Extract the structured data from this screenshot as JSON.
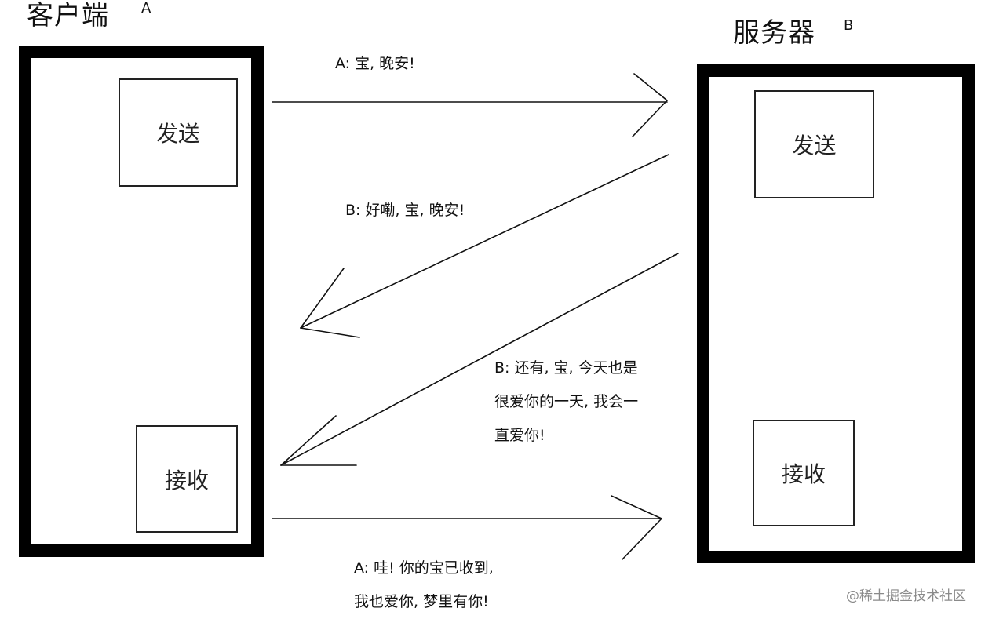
{
  "client": {
    "title": "客户端",
    "tag": "A",
    "send_label": "发送",
    "receive_label": "接收"
  },
  "server": {
    "title": "服务器",
    "tag": "B",
    "send_label": "发送",
    "receive_label": "接收"
  },
  "messages": {
    "msg1": "A: 宝, 晚安!",
    "msg2": "B: 好嘞, 宝, 晚安!",
    "msg3_lines": [
      "B: 还有, 宝, 今天也是",
      "很爱你的一天, 我会一",
      "直爱你!"
    ],
    "msg4_lines": [
      "A: 哇! 你的宝已收到,",
      "我也爱你, 梦里有你!"
    ]
  },
  "watermark": "@稀土掘金技术社区"
}
